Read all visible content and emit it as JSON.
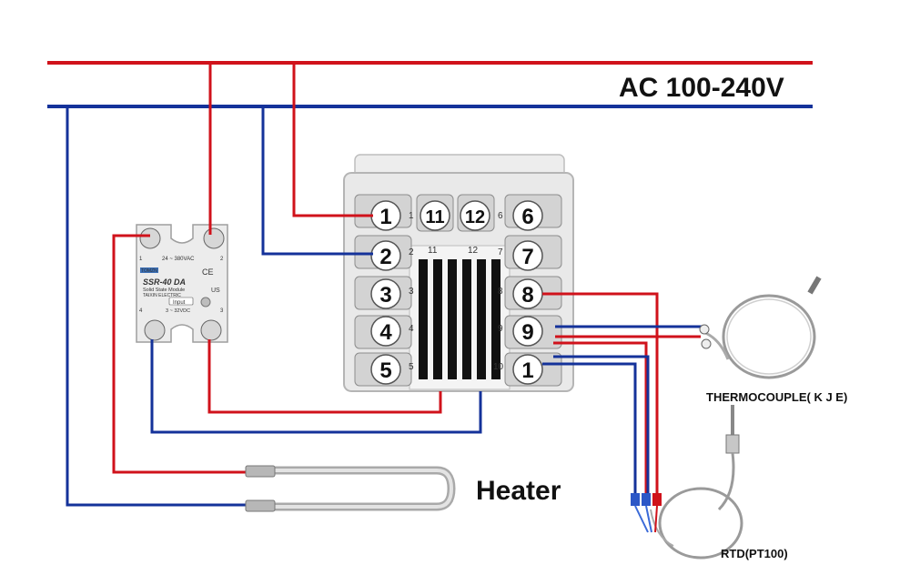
{
  "title": "AC 100-240V",
  "colors": {
    "live": "#d0121b",
    "neutral": "#14329a",
    "controller_body": "#e9e9e9",
    "terminal": "#cfcfcf"
  },
  "controller": {
    "terminals_left": [
      "1",
      "2",
      "3",
      "4",
      "5"
    ],
    "terminals_right": [
      "6",
      "7",
      "8",
      "9",
      "1"
    ],
    "terminals_top": [
      "11",
      "12"
    ],
    "small_marks": [
      "1",
      "2",
      "11",
      "12",
      "3",
      "8",
      "4",
      "9",
      "5",
      "10",
      "6",
      "7"
    ]
  },
  "ssr": {
    "brand": "TOMZN",
    "model": "SSR-40 DA",
    "subtitle": "Solid State Module",
    "maker": "TAIXIN ELECTRIC",
    "load_range": "24 ~ 380VAC",
    "input_label": "Input",
    "input_range": "3 ~ 32VDC",
    "pin_1": "1",
    "pin_2": "2",
    "pin_3": "3",
    "pin_4": "4",
    "ce": "CE",
    "ul": "US"
  },
  "labels": {
    "heater": "Heater",
    "thermocouple": "THERMOCOUPLE( K J E)",
    "rtd": "RTD(PT100)"
  },
  "icons": {
    "ssr": "solid-state-relay-icon",
    "heater": "heater-element-icon",
    "thermocouple": "thermocouple-probe-icon",
    "rtd": "rtd-probe-icon"
  }
}
